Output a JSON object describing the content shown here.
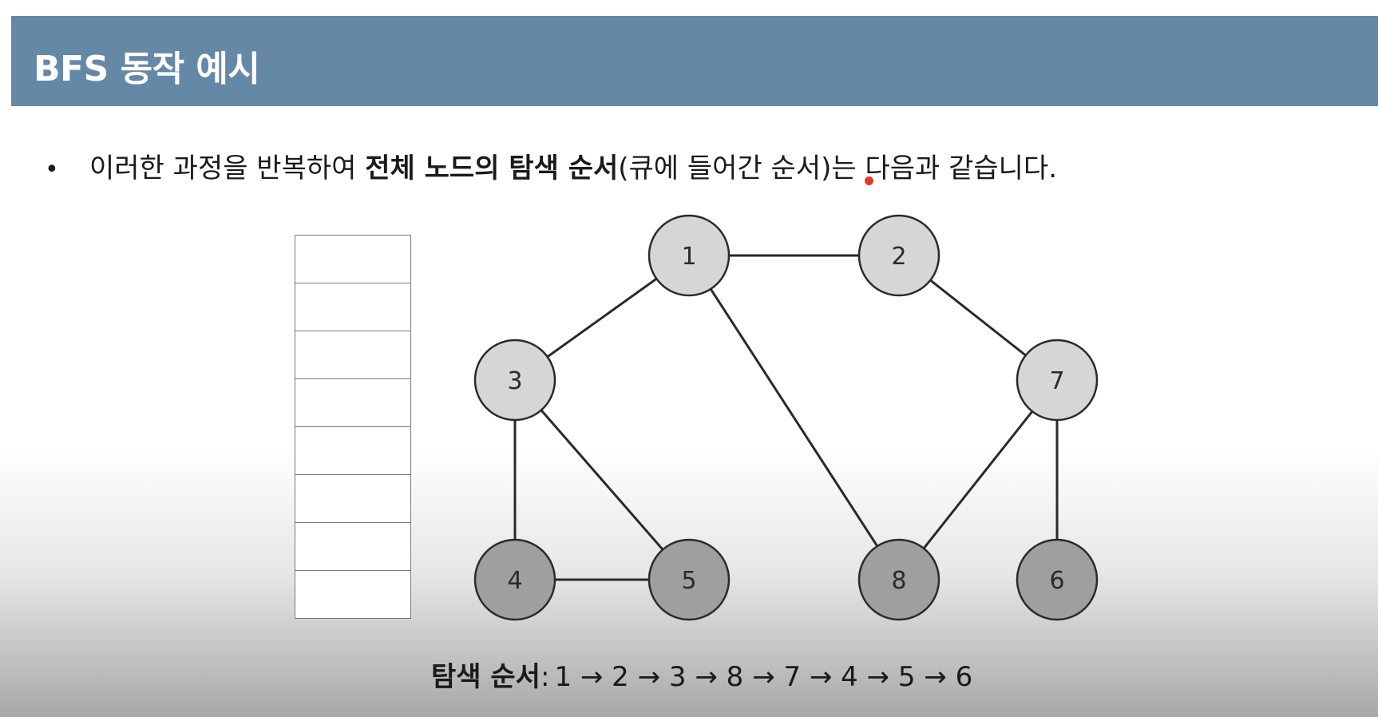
{
  "title": "BFS 동작 예시",
  "bullet": {
    "marker": "•",
    "before": "이러한 과정을 반복하여 ",
    "bold": "전체 노드의 탐색 순서",
    "after": "(큐에 들어간 순서)는 다음과 같습니다."
  },
  "queue": {
    "cells": 8
  },
  "graph": {
    "nodes": [
      {
        "id": "1",
        "label": "1",
        "state": "visited"
      },
      {
        "id": "2",
        "label": "2",
        "state": "visited"
      },
      {
        "id": "3",
        "label": "3",
        "state": "visited"
      },
      {
        "id": "7",
        "label": "7",
        "state": "visited"
      },
      {
        "id": "4",
        "label": "4",
        "state": "dark"
      },
      {
        "id": "5",
        "label": "5",
        "state": "dark"
      },
      {
        "id": "8",
        "label": "8",
        "state": "dark"
      },
      {
        "id": "6",
        "label": "6",
        "state": "dark"
      }
    ],
    "edges": [
      [
        "1",
        "2"
      ],
      [
        "1",
        "3"
      ],
      [
        "1",
        "8"
      ],
      [
        "2",
        "7"
      ],
      [
        "3",
        "4"
      ],
      [
        "3",
        "5"
      ],
      [
        "4",
        "5"
      ],
      [
        "7",
        "8"
      ],
      [
        "7",
        "6"
      ]
    ],
    "colors": {
      "visited": "#d6d6d6",
      "dark": "#9f9f9f",
      "stroke": "#2a2a2a"
    }
  },
  "order": {
    "label": "탐색 순서",
    "sequence": "1 → 2 → 3 → 8 → 7 → 4 → 5 → 6"
  }
}
